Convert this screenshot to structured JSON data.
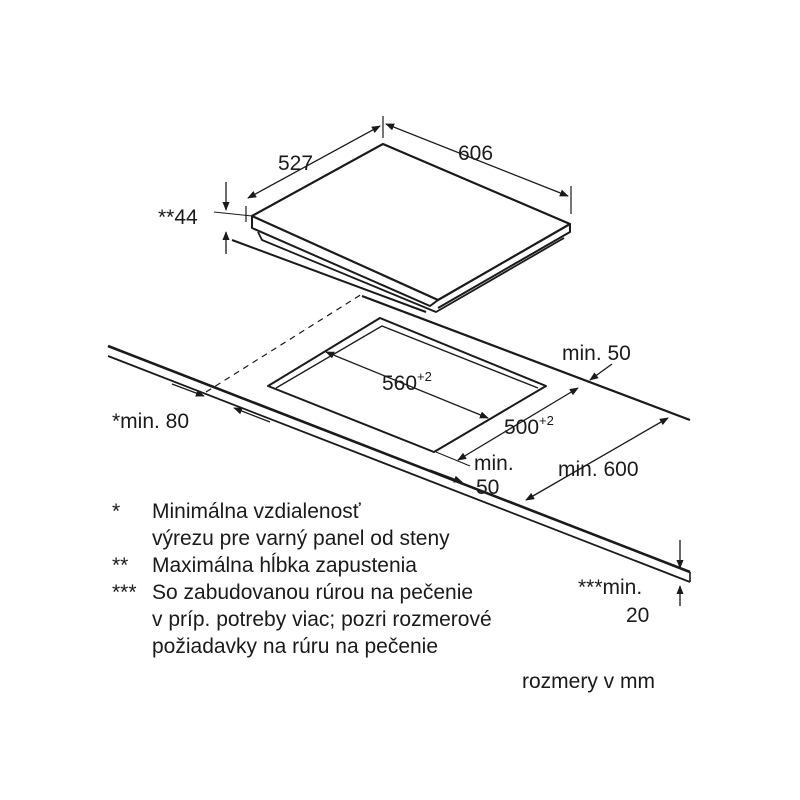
{
  "dimensions": {
    "hob_depth": "527",
    "hob_width": "606",
    "hob_height": "**44",
    "cutout_width": "560",
    "cutout_width_tol": "+2",
    "cutout_depth": "500",
    "cutout_depth_tol": "+2",
    "min_front_label": "*min. 80",
    "min_back_label": "min. 50",
    "min_front_edge_label": "min.",
    "min_front_edge_value": "50",
    "min_worktop_depth": "min. 600",
    "min_worktop_thickness_label": "***min.",
    "min_worktop_thickness_value": "20"
  },
  "legend": [
    {
      "mark": "*",
      "lines": [
        "Minimálna vzdialenosť",
        "výrezu pre varný panel od steny"
      ]
    },
    {
      "mark": "**",
      "lines": [
        "Maximálna hĺbka zapustenia"
      ]
    },
    {
      "mark": "***",
      "lines": [
        "So zabudovanou rúrou na pečenie",
        "v príp. potreby viac; pozri rozmerové",
        "požiadavky na rúru na pečenie"
      ]
    }
  ],
  "units_note": "rozmery v mm",
  "colors": {
    "line": "#1a1a1a",
    "background": "#ffffff"
  }
}
